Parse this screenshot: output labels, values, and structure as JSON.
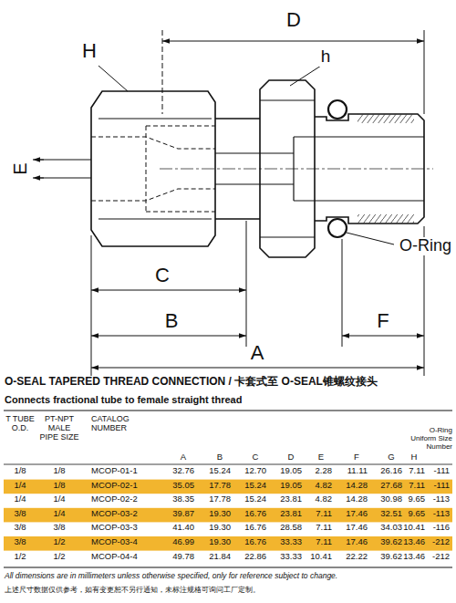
{
  "diagram": {
    "title": "O-SEAL TAPERED THREAD CONNECTION / 卡套式至 O-SEAL锥螺纹接头",
    "labels": [
      "H",
      "h",
      "D",
      "E",
      "O-Ring",
      "C",
      "B",
      "F",
      "A",
      "Connects fractional tube to female straight thread",
      "T TUBE O.D.",
      "PT-NPT MALE PIPE SIZE",
      "CATALOG NUMBER",
      "A",
      "B",
      "C",
      "D",
      "E",
      "F",
      "G",
      "H",
      "O-Ring Uniform Size Number",
      "1/8",
      "1/8",
      "MCOP-01-1",
      "32.76",
      "15.24",
      "12.70",
      "19.05",
      "2.28",
      "11.11",
      "26.16",
      "7.11",
      "-111",
      "1/4",
      "1/8",
      "MCOP-02-1",
      "35.05",
      "17.78",
      "15.24",
      "19.05",
      "4.82",
      "14.28",
      "27.68",
      "7.11",
      "-111",
      "1/4",
      "1/4",
      "MCOP-02-2",
      "38.35",
      "17.78",
      "15.24",
      "23.81",
      "4.82",
      "14.28",
      "30.98",
      "9.65",
      "-113",
      "3/8",
      "1/4",
      "MCOP-03-2",
      "39.87",
      "19.30",
      "16.76",
      "23.81",
      "7.11",
      "17.46",
      "32.51",
      "9.65",
      "-113",
      "3/8",
      "3/8",
      "MCOP-03-3",
      "41.40",
      "19.30",
      "16.76",
      "28.58",
      "7.11",
      "17.46",
      "34.03",
      "10.41",
      "-116",
      "3/8",
      "1/2",
      "MCOP-03-4",
      "46.99",
      "19.30",
      "16.76",
      "33.33",
      "7.11",
      "17.46",
      "39.62",
      "13.46",
      "-212",
      "1/2",
      "1/2",
      "MCOP-04-4",
      "49.78",
      "21.84",
      "22.86",
      "33.33",
      "10.41",
      "22.22",
      "39.62",
      "13.46",
      "-212",
      "All dimensions are in millimeters unless otherwise specified, only for reference subject to change.",
      "上述尺寸数据仅供参考，如有变更恕不另行通知，未标注规格可询问工厂定制。"
    ]
  }
}
